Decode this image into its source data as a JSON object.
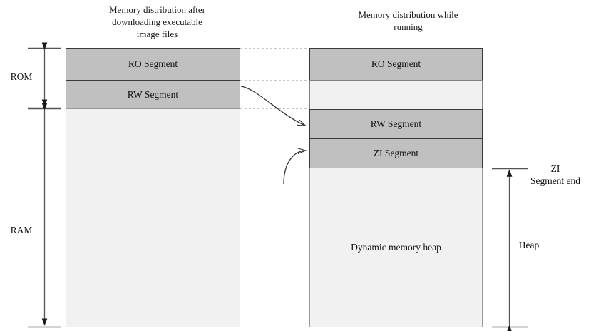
{
  "diagram": {
    "title_left": "Memory distribution after\ndownloading executable\nimage files",
    "title_right": "Memory distribution while\nrunning",
    "left_panel": {
      "segments": [
        {
          "label": "RO Segment",
          "fill": "filled"
        },
        {
          "label": "RW Segment",
          "fill": "filled"
        },
        {
          "label": "",
          "fill": "empty"
        }
      ]
    },
    "right_panel": {
      "segments": [
        {
          "label": "RO Segment",
          "fill": "filled"
        },
        {
          "label": "",
          "fill": "hollow"
        },
        {
          "label": "RW Segment",
          "fill": "filled"
        },
        {
          "label": "ZI Segment",
          "fill": "filled"
        },
        {
          "label": "Dynamic memory heap",
          "fill": "empty"
        }
      ]
    },
    "left_axis_labels": [
      {
        "name": "rom",
        "text": "ROM"
      },
      {
        "name": "ram",
        "text": "RAM"
      }
    ],
    "right_axis_labels": [
      {
        "name": "zi-segment-end",
        "text": "ZI\nSegment end"
      },
      {
        "name": "heap",
        "text": "Heap"
      }
    ],
    "colors": {
      "segment_fill": "#c0c0c0",
      "segment_hollow": "#f1f1f1",
      "segment_empty": "#f1f1f1",
      "stroke": "#3a3a3a",
      "guide_line": "#c8c8c8",
      "arrow": "#333333",
      "text": "#111111",
      "background": "#ffffff"
    }
  }
}
